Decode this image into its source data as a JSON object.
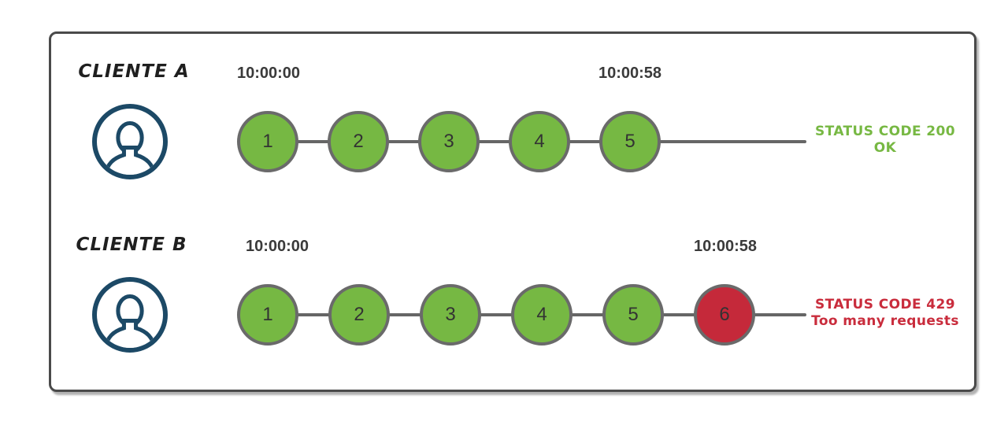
{
  "colors": {
    "green": "#76b843",
    "red": "#c5293a",
    "green_text": "#77b843",
    "red_text": "#c92c3c",
    "navy": "#1c4966",
    "line": "#666666",
    "circle_border": "#6a6a6a"
  },
  "rows": [
    {
      "label": "CLIENTE A",
      "start_time": "10:00:00",
      "end_time": "10:00:58",
      "requests": [
        {
          "label": "1",
          "state": "ok"
        },
        {
          "label": "2",
          "state": "ok"
        },
        {
          "label": "3",
          "state": "ok"
        },
        {
          "label": "4",
          "state": "ok"
        },
        {
          "label": "5",
          "state": "ok"
        }
      ],
      "status": {
        "code_line": "STATUS CODE 200",
        "message": "OK"
      }
    },
    {
      "label": "CLIENTE B",
      "start_time": "10:00:00",
      "end_time": "10:00:58",
      "requests": [
        {
          "label": "1",
          "state": "ok"
        },
        {
          "label": "2",
          "state": "ok"
        },
        {
          "label": "3",
          "state": "ok"
        },
        {
          "label": "4",
          "state": "ok"
        },
        {
          "label": "5",
          "state": "ok"
        },
        {
          "label": "6",
          "state": "error"
        }
      ],
      "status": {
        "code_line": "STATUS CODE 429",
        "message": "Too many requests"
      }
    }
  ]
}
